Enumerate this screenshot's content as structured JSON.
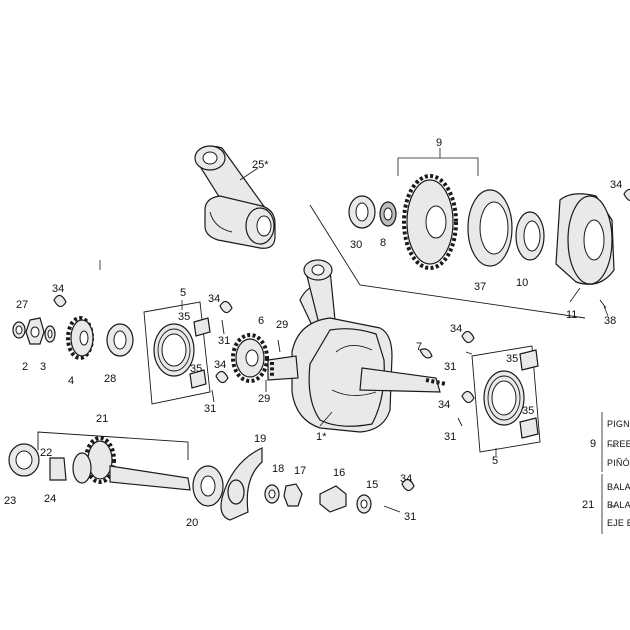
{
  "labels": {
    "l1": "1*",
    "l2": "2",
    "l3": "3",
    "l4": "4",
    "l5a": "5",
    "l5b": "5",
    "l6": "6",
    "l7": "7",
    "l8": "8",
    "l9": "9",
    "l10": "10",
    "l11": "11",
    "l15": "15",
    "l16": "16",
    "l17": "17",
    "l18": "18",
    "l19": "19",
    "l20": "20",
    "l21": "21",
    "l22": "22",
    "l23": "23",
    "l24": "24",
    "l25": "25*",
    "l27": "27",
    "l28": "28",
    "l29a": "29",
    "l29b": "29",
    "l30": "30",
    "l31a": "31",
    "l31b": "31",
    "l31c": "31",
    "l31d": "31",
    "l31e": "31",
    "l34a": "34",
    "l34b": "34",
    "l34c": "34",
    "l34d": "34",
    "l34e": "34",
    "l34f": "34",
    "l34g": "34",
    "l35a": "35",
    "l35b": "35",
    "l35c": "35",
    "l35d": "35",
    "l37": "37",
    "l38": "38"
  },
  "legend": {
    "item9": {
      "number": "9",
      "lines": [
        "PIGNO",
        "FREEW",
        "PIÑÓN"
      ]
    },
    "item21": {
      "number": "21",
      "lines": [
        "BALAN",
        "BALAN",
        "EJE BA"
      ]
    }
  }
}
